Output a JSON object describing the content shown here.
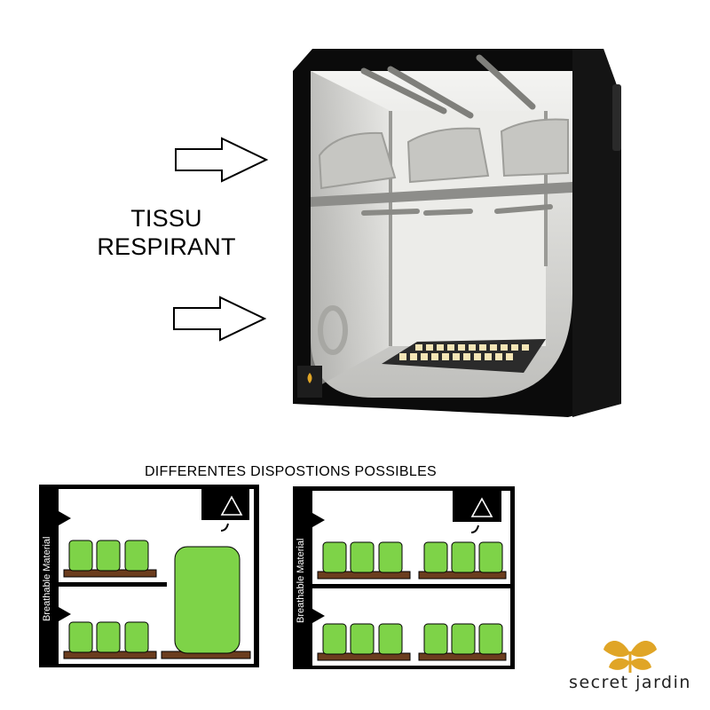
{
  "caption": {
    "line1": "TISSU",
    "line2": "RESPIRANT"
  },
  "heading": "DIFFERENTES DISPOSTIONS POSSIBLES",
  "diagrams": [
    {
      "side_label": "Breathable Material"
    },
    {
      "side_label": "Breathable Material"
    }
  ],
  "brand": {
    "name": "secret jardin"
  },
  "colors": {
    "tent": "#0b0b0b",
    "plant": "#7ed348",
    "tray": "#6b3d1e",
    "brand_gold": "#e0a526"
  },
  "icons": [
    "arrow-right-icon",
    "extractor-fan-icon",
    "leaf-logo-icon"
  ]
}
